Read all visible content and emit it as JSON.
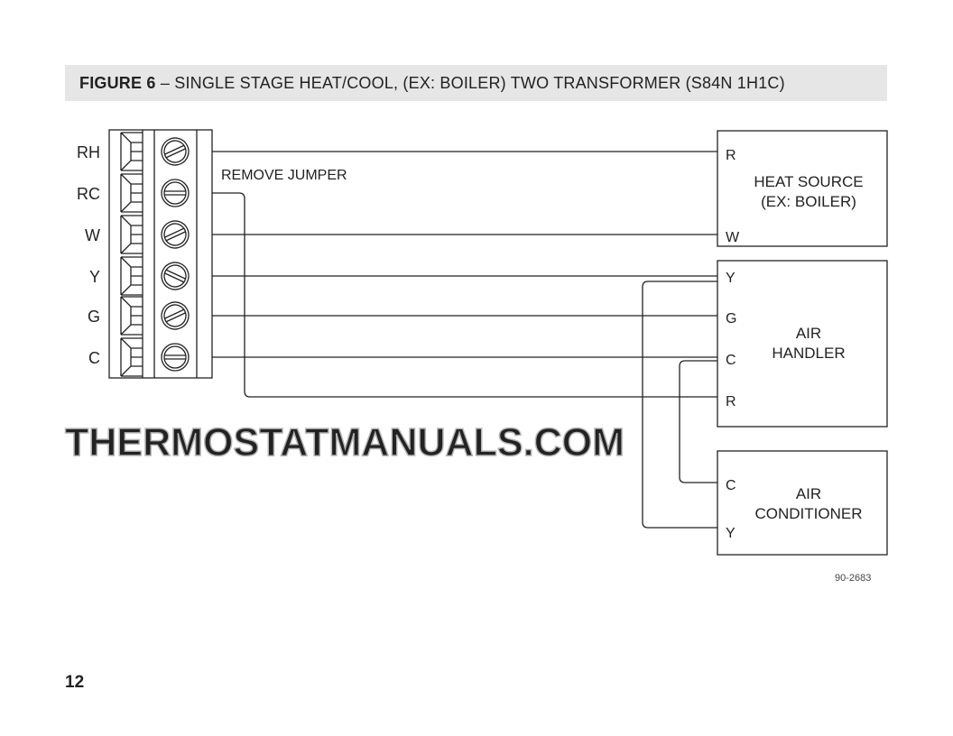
{
  "figure": {
    "label": "FIGURE 6",
    "title": " – SINGLE STAGE HEAT/COOL, (EX: BOILER) TWO TRANSFORMER (S84N 1H1C)"
  },
  "thermostat": {
    "terminals": [
      "RH",
      "RC",
      "W",
      "Y",
      "G",
      "C"
    ],
    "note": "REMOVE JUMPER"
  },
  "heat_source": {
    "name_line1": "HEAT SOURCE",
    "name_line2": "(EX: BOILER)",
    "terminals": [
      "R",
      "W"
    ]
  },
  "air_handler": {
    "name_line1": "AIR",
    "name_line2": "HANDLER",
    "terminals": [
      "Y",
      "G",
      "C",
      "R"
    ]
  },
  "air_conditioner": {
    "name_line1": "AIR",
    "name_line2": "CONDITIONER",
    "terminals": [
      "C",
      "Y"
    ]
  },
  "watermark": "THERMOSTATMANUALS.COM",
  "doc_code": "90-2683",
  "page_number": "12"
}
